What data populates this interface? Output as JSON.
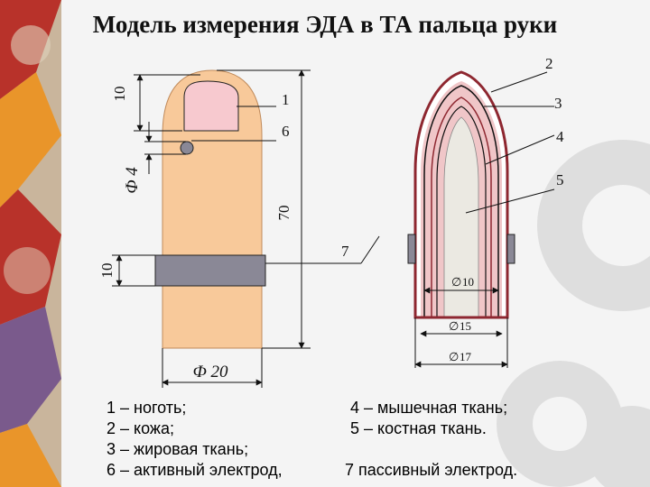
{
  "slide": {
    "title": "Модель измерения ЭДА в ТА пальца руки",
    "colors": {
      "background": "#f4f4f4",
      "left_deco_red": "#b8322a",
      "left_deco_orange": "#e9952a",
      "gear_gray": "#d8d8d8",
      "skin": "#f8c99a",
      "skin_outline": "#c08a5a",
      "nail": "#f7c9cf",
      "electrode": "#8a8896",
      "outer_shell": "#8e2730",
      "fat_layer": "#f0c6c8",
      "bone_core": "#ebe9e2"
    }
  },
  "diagram": {
    "labels": {
      "dim_10_top": "10",
      "dim_phi4": "Ф 4",
      "dim_70": "70",
      "dim_10_bottom": "10",
      "dim_phi20": "Ф 20",
      "callout_1": "1",
      "callout_6": "6",
      "callout_2": "2",
      "callout_3": "3",
      "callout_4": "4",
      "callout_5": "5",
      "callout_7": "7",
      "dia_10": "10",
      "dia_15": "15",
      "dia_17": "17",
      "dia_symbol": "∅"
    }
  },
  "legend": {
    "left": [
      "1 – ноготь;",
      "2 – кожа;",
      "3 – жировая ткань;",
      "6 – активный электрод,"
    ],
    "right": [
      "4 – мышечная ткань;",
      "5 – костная ткань.",
      "",
      "7 пассивный электрод."
    ]
  }
}
